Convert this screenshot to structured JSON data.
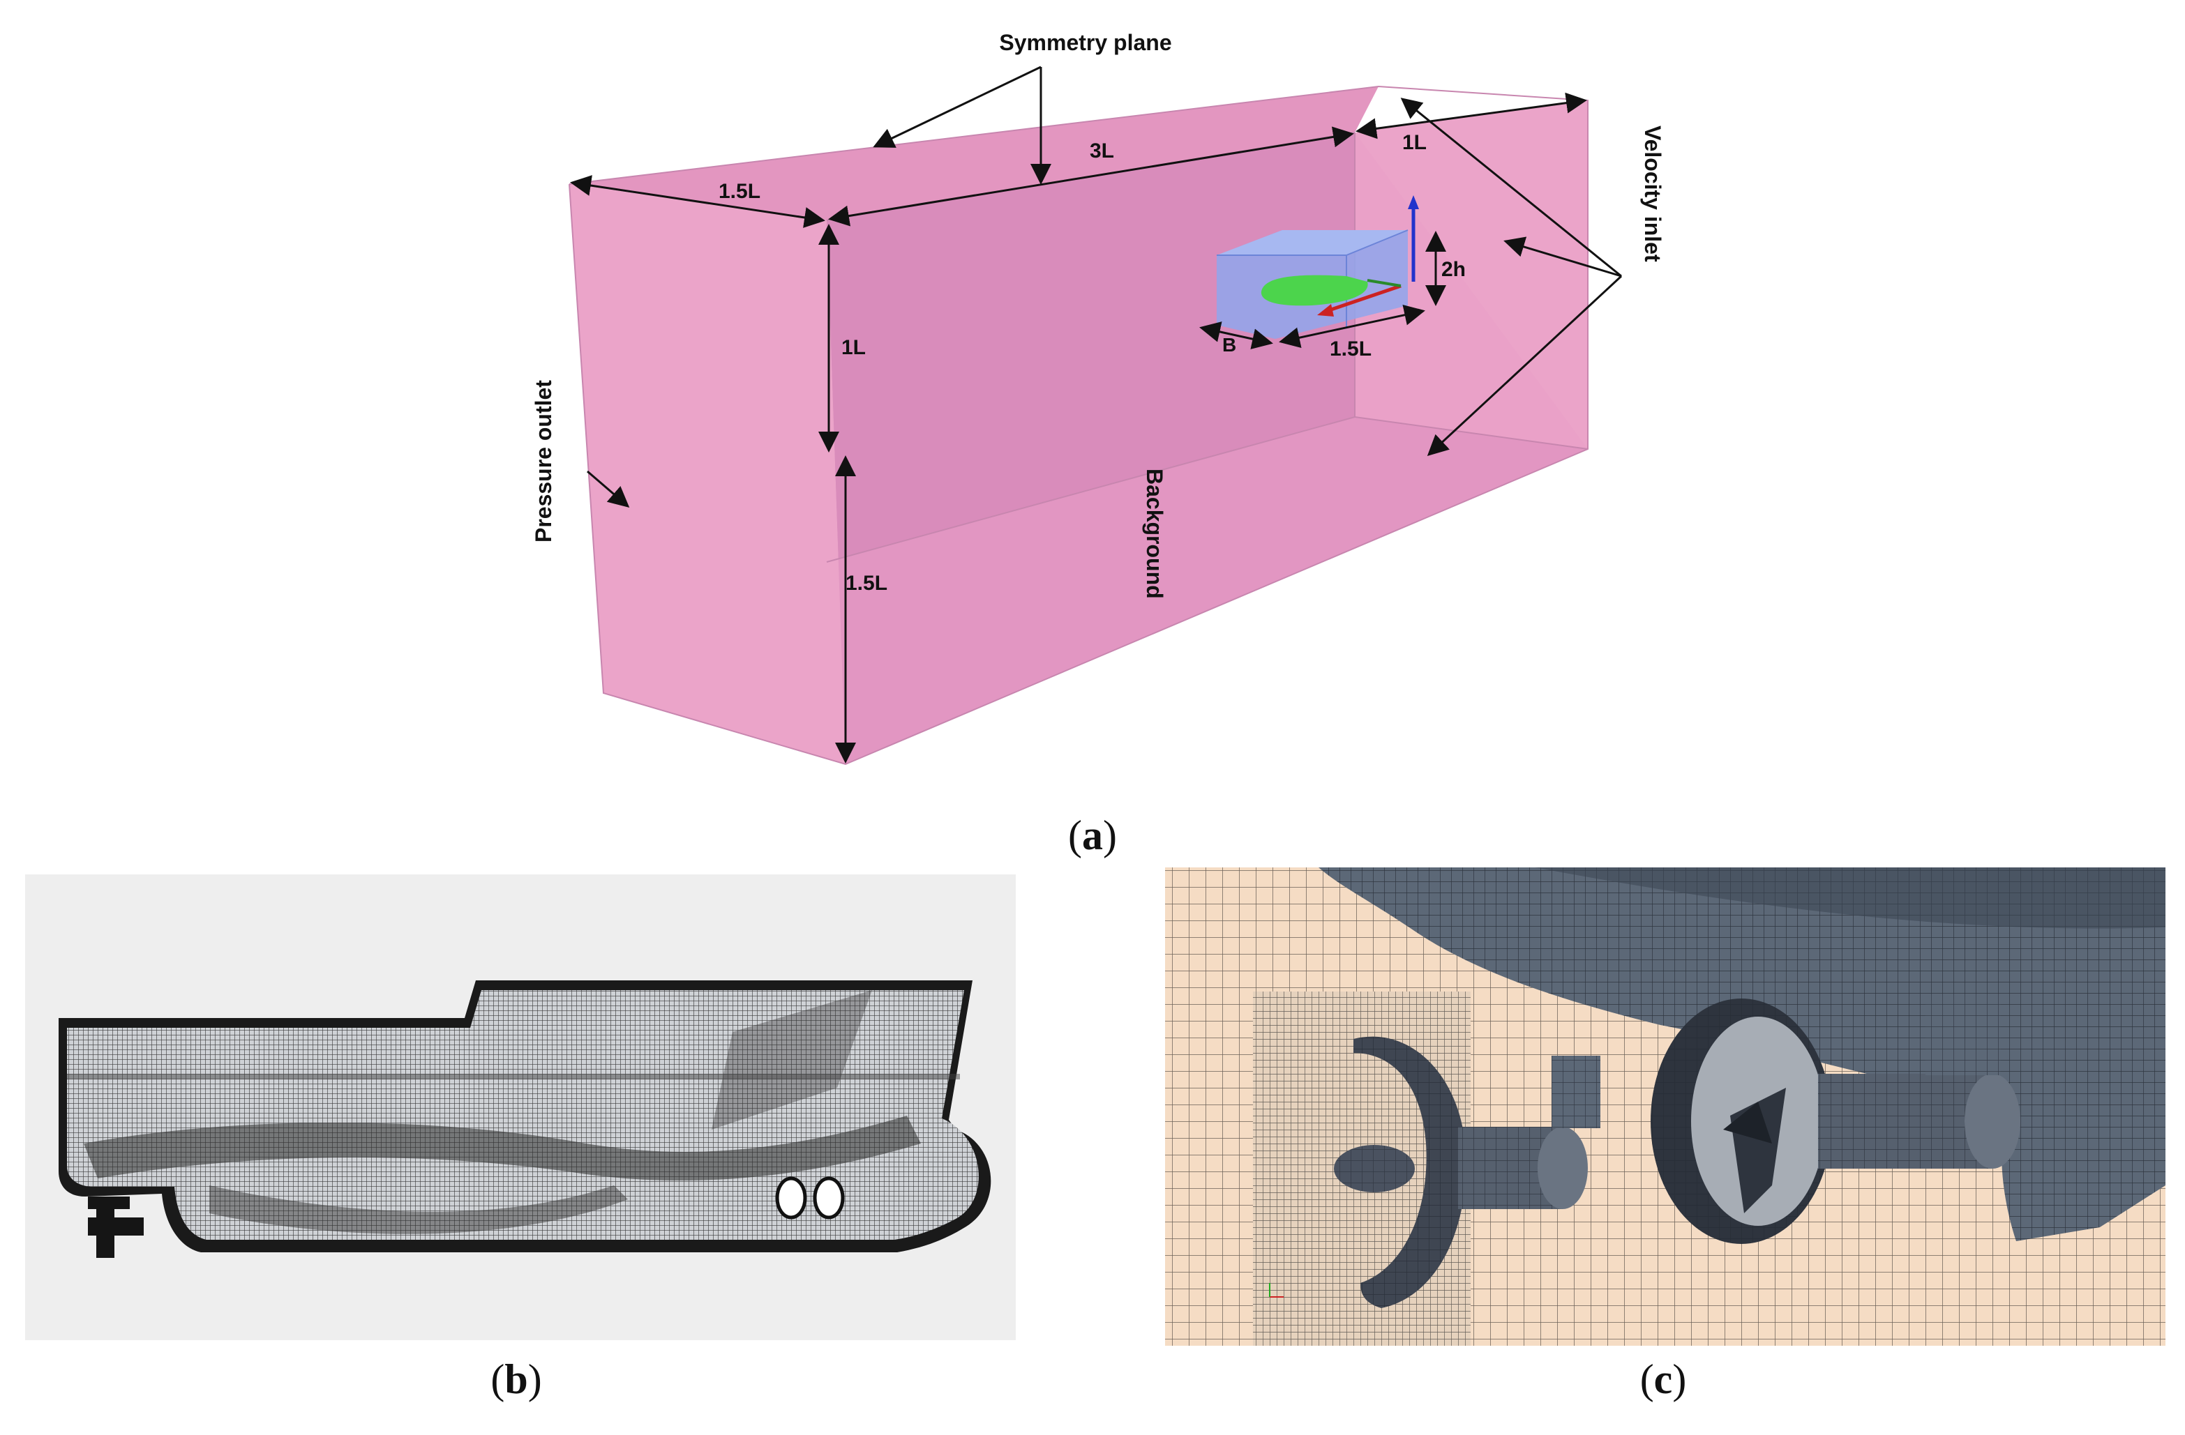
{
  "panel_a": {
    "labels": {
      "symmetry_plane": "Symmetry plane",
      "velocity_inlet": "Velocity inlet",
      "pressure_outlet": "Pressure outlet",
      "background": "Background",
      "dim_width_top": "1.5L",
      "dim_length_top": "3L",
      "dim_inlet_top": "1L",
      "dim_height_upper": "1L",
      "dim_height_lower": "1.5L",
      "dim_box_height": "2h",
      "dim_box_width": "B",
      "dim_box_length": "1.5L"
    },
    "caption": {
      "open": "(",
      "letter": "a",
      "close": ")"
    }
  },
  "panel_b": {
    "caption": {
      "open": "(",
      "letter": "b",
      "close": ")"
    }
  },
  "panel_c": {
    "caption": {
      "open": "(",
      "letter": "c",
      "close": ")"
    }
  },
  "colors": {
    "domain_face": "#eba4c9",
    "domain_inner": "#c577ad",
    "refinement_box": "#8fa6ec",
    "ship_hull": "#4cd44c",
    "axis_x": "#cc2222",
    "axis_z": "#2233cc",
    "mesh_background": "#f5dcc4",
    "mesh_surface": "#5c6877"
  }
}
